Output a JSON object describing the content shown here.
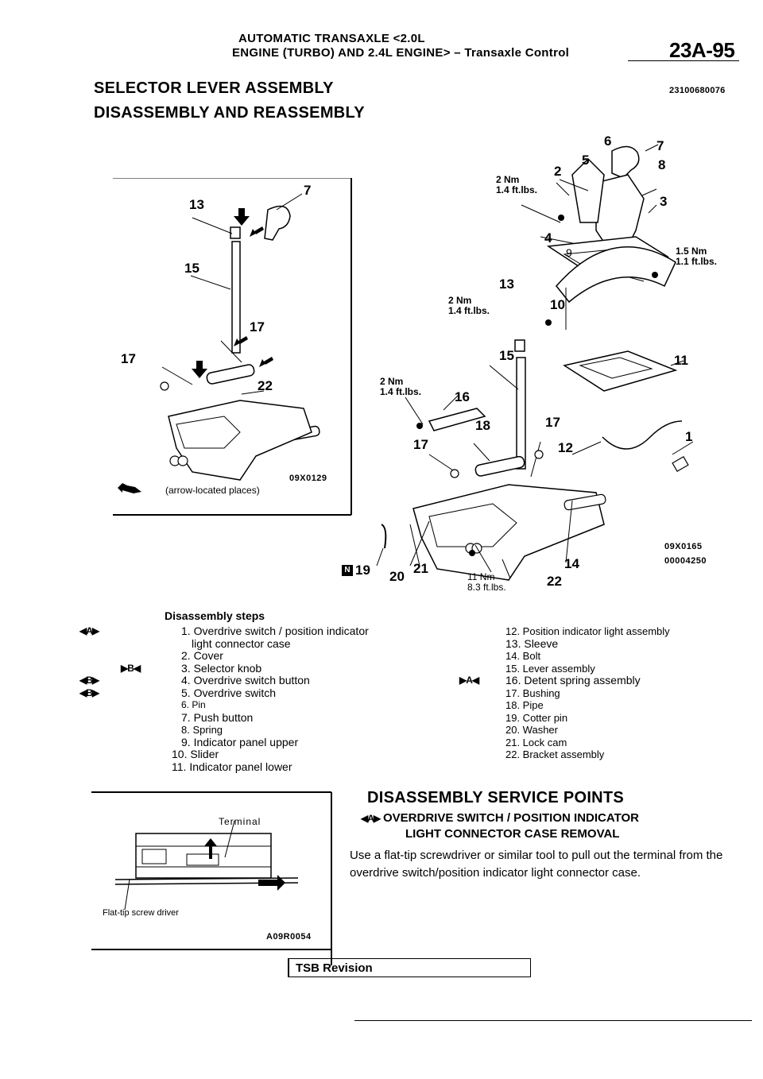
{
  "header": {
    "line1": "AUTOMATIC TRANSAXLE <2.0L",
    "line2": "ENGINE (TURBO) AND 2.4L ENGINE> – Transaxle Control",
    "page_number": "23A-95"
  },
  "title": {
    "line1": "SELECTOR LEVER ASSEMBLY",
    "line2": "DISASSEMBLY AND REASSEMBLY",
    "code": "23100680076"
  },
  "figure_left": {
    "labels": [
      "13",
      "7",
      "15",
      "17",
      "17",
      "22"
    ],
    "caption": "(arrow-located places)",
    "code": "09X0129"
  },
  "figure_right": {
    "labels": [
      "6",
      "7",
      "2",
      "5",
      "8",
      "3",
      "4",
      "9",
      "13",
      "10",
      "15",
      "11",
      "16",
      "18",
      "17",
      "17",
      "12",
      "1",
      "19",
      "20",
      "21",
      "14",
      "22"
    ],
    "torque": [
      {
        "nm": "2 Nm",
        "ftlbs": "1.4 ft.lbs."
      },
      {
        "nm": "1.5 Nm",
        "ftlbs": "1.1 ft.lbs."
      },
      {
        "nm": "2 Nm",
        "ftlbs": "1.4 ft.lbs."
      },
      {
        "nm": "2 Nm",
        "ftlbs": "1.4 ft.lbs."
      },
      {
        "nm": "11 Nm",
        "ftlbs": "8.3 ft.lbs."
      }
    ],
    "code1": "09X0165",
    "code2": "00004250"
  },
  "disassembly": {
    "title": "Disassembly steps",
    "markers": {
      "A": "◀A▶",
      "B": "▶B◀",
      "Bb": "◀B▶",
      "Ar": "▶A◀"
    },
    "left": [
      "1. Overdrive switch / position indicator",
      "light connector case",
      "2. Cover",
      "3. Selector knob",
      "4. Overdrive switch button",
      "5. Overdrive switch",
      "6. Pin",
      "7. Push button",
      "8. Spring",
      "9. Indicator panel upper",
      "10. Slider",
      "11. Indicator panel lower"
    ],
    "right": [
      "12. Position indicator light assembly",
      "13. Sleeve",
      "14. Bolt",
      "15. Lever assembly",
      "16. Detent spring assembly",
      "17. Bushing",
      "18. Pipe",
      "19. Cotter pin",
      "20. Washer",
      "21. Lock cam",
      "22. Bracket assembly"
    ]
  },
  "figure_bottom": {
    "terminal_label": "Terminal",
    "tool_label": "Flat-tip screw driver",
    "code": "A09R0054"
  },
  "service": {
    "heading": "DISASSEMBLY SERVICE POINTS",
    "marker": "◀A▶",
    "sub_line1": "OVERDRIVE SWITCH / POSITION INDICATOR",
    "sub_line2": "LIGHT CONNECTOR CASE REMOVAL",
    "body": "Use a flat-tip screwdriver or similar tool to pull out the terminal from the overdrive switch/position indicator light connector case."
  },
  "footer": {
    "tsb": "TSB Revision"
  }
}
